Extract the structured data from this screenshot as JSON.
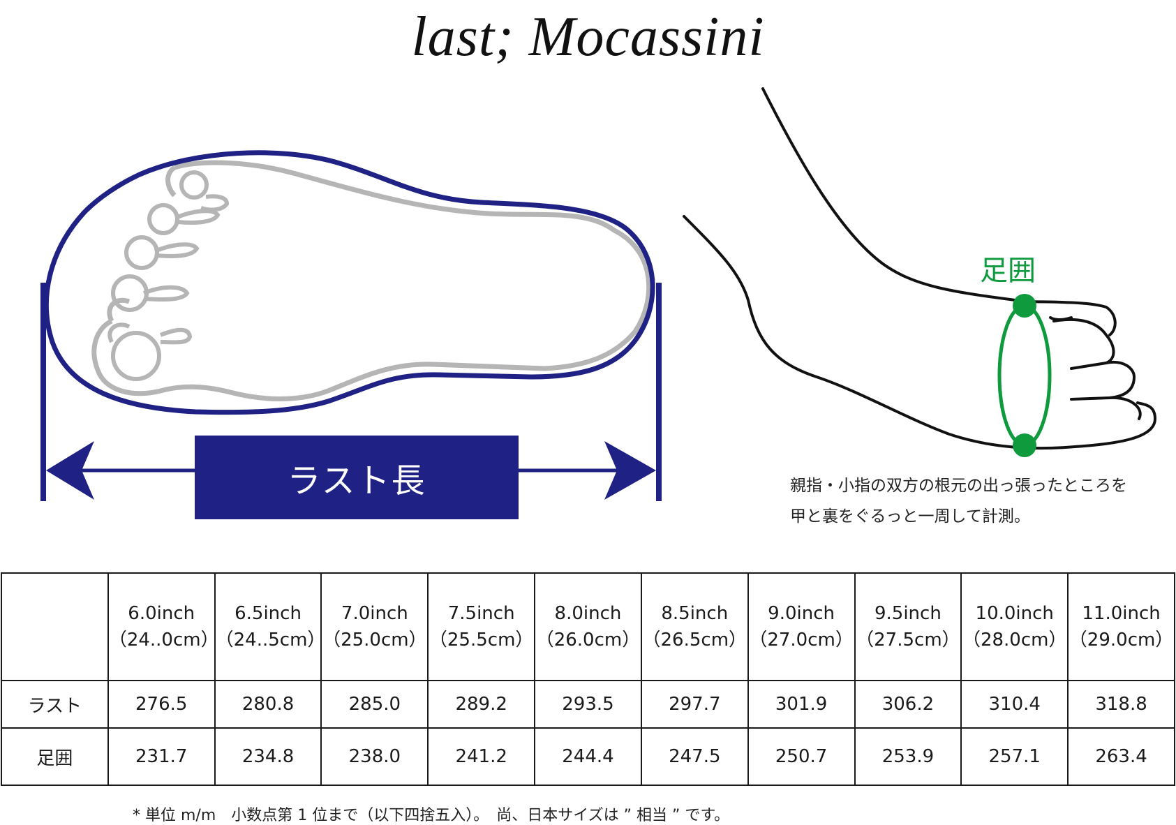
{
  "title": "last; Mocassini",
  "diagram": {
    "last_label": "ラスト長",
    "girth_label": "足囲",
    "note_line1": "親指・小指の双方の根元の出っ張ったところを",
    "note_line2": "甲と裏をぐるっと一周して計測。",
    "colors": {
      "navy": "#1f2185",
      "toe_gray": "#b5b5b5",
      "girth_green": "#0f9a3e"
    }
  },
  "table": {
    "corner": "",
    "columns": [
      {
        "inch": "6.0inch",
        "cm": "（24..0cm）"
      },
      {
        "inch": "6.5inch",
        "cm": "（24..5cm）"
      },
      {
        "inch": "7.0inch",
        "cm": "（25.0cm）"
      },
      {
        "inch": "7.5inch",
        "cm": "（25.5cm）"
      },
      {
        "inch": "8.0inch",
        "cm": "（26.0cm）"
      },
      {
        "inch": "8.5inch",
        "cm": "（26.5cm）"
      },
      {
        "inch": "9.0inch",
        "cm": "（27.0cm）"
      },
      {
        "inch": "9.5inch",
        "cm": "（27.5cm）"
      },
      {
        "inch": "10.0inch",
        "cm": "（28.0cm）"
      },
      {
        "inch": "11.0inch",
        "cm": "（29.0cm）"
      }
    ],
    "rows": [
      {
        "label": "ラスト",
        "values": [
          "276.5",
          "280.8",
          "285.0",
          "289.2",
          "293.5",
          "297.7",
          "301.9",
          "306.2",
          "310.4",
          "318.8"
        ]
      },
      {
        "label": "足囲",
        "values": [
          "231.7",
          "234.8",
          "238.0",
          "241.2",
          "244.4",
          "247.5",
          "250.7",
          "253.9",
          "257.1",
          "263.4"
        ]
      }
    ]
  },
  "footnote": "* 単位 m/m　小数点第 1 位まで（以下四捨五入）。　尚、日本サイズは ” 相当 ” です。"
}
